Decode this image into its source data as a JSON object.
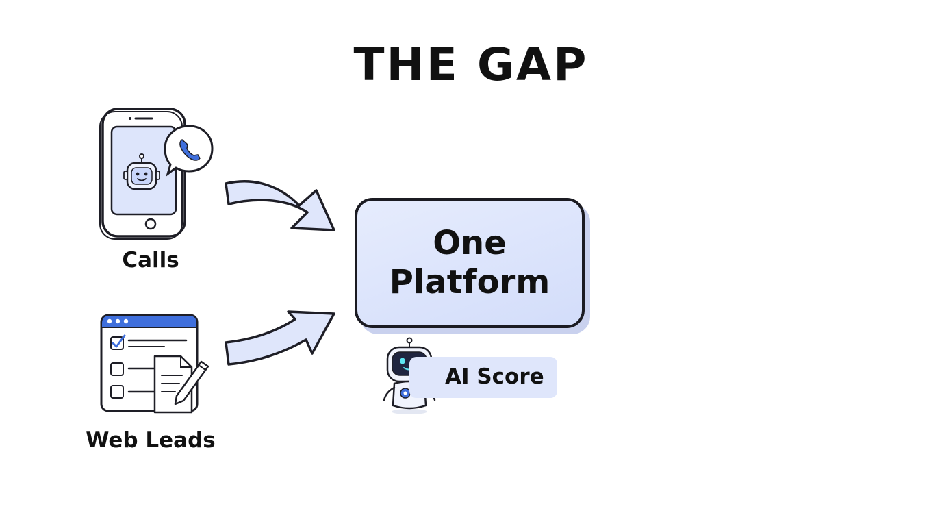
{
  "title": "THE GAP",
  "sources": {
    "calls": {
      "label": "Calls",
      "icon": "smartphone-robot-call-icon"
    },
    "web_leads": {
      "label": "Web Leads",
      "icon": "web-form-document-icon"
    }
  },
  "target": {
    "line1": "One",
    "line2": "Platform"
  },
  "ai_score": {
    "label": "AI Score",
    "icon": "robot-icon"
  },
  "colors": {
    "box_fill": "#dbe3fb",
    "accent_blue": "#3f6fdc",
    "outline": "#1b1b22",
    "arrow_fill": "#dfe6fb"
  }
}
